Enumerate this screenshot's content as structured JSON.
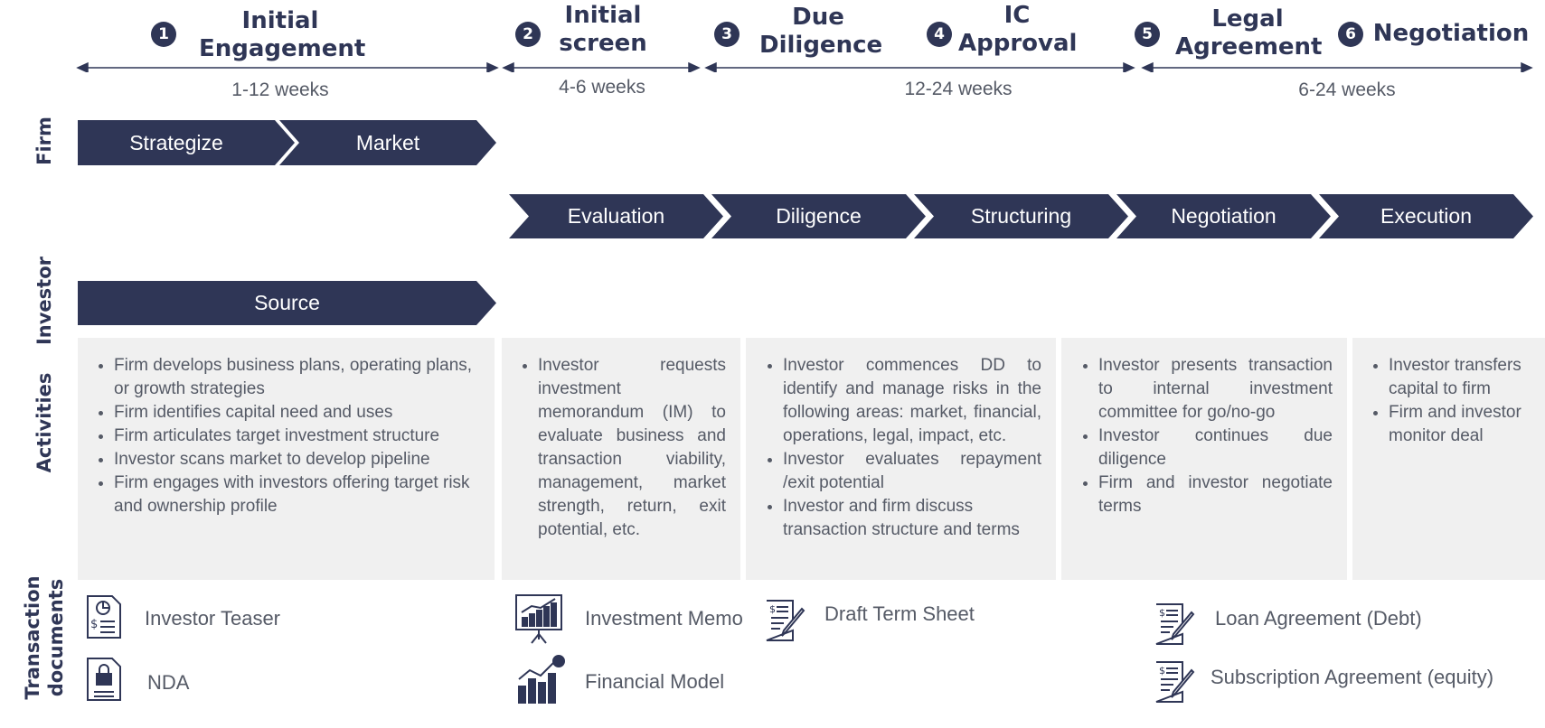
{
  "stages": [
    {
      "num": "1",
      "title": "Initial Engagement"
    },
    {
      "num": "2",
      "title": "Initial screen"
    },
    {
      "num": "3",
      "title": "Due Diligence"
    },
    {
      "num": "4",
      "title": "IC Approval"
    },
    {
      "num": "5",
      "title": "Legal Agreement"
    },
    {
      "num": "6",
      "title": "Negotiation"
    }
  ],
  "durations": [
    "1-12 weeks",
    "4-6 weeks",
    "12-24 weeks",
    "6-24 weeks"
  ],
  "row_labels": {
    "firm": "Firm",
    "investor": "Investor",
    "activities": "Activities",
    "documents": "Transaction documents"
  },
  "firm_steps": [
    "Strategize",
    "Market"
  ],
  "investor_steps": [
    "Evaluation",
    "Diligence",
    "Structuring",
    "Negotiation",
    "Execution"
  ],
  "source_step": "Source",
  "activities": [
    [
      "Firm develops business plans, operating plans, or growth strategies",
      "Firm identifies capital need and uses",
      "Firm articulates target investment structure",
      "Investor scans market to develop pipeline",
      "Firm engages with investors offering target risk and ownership profile"
    ],
    [
      "Investor requests investment memorandum (IM) to evaluate business and transaction viability, management, market strength, return, exit potential, etc."
    ],
    [
      "Investor commences DD to identify and manage risks in the following areas: market, financial, operations, legal, impact, etc.",
      "Investor evaluates repayment /exit potential",
      "Investor and firm discuss transaction structure and terms"
    ],
    [
      "Investor presents transaction to internal investment committee for go/no-go",
      "Investor continues due diligence",
      "Firm and investor negotiate terms"
    ],
    [
      "Investor transfers capital to firm",
      "Firm and investor monitor deal"
    ]
  ],
  "documents": {
    "investor_teaser": "Investor Teaser",
    "nda": "NDA",
    "investment_memo": "Investment Memo",
    "financial_model": "Financial Model",
    "draft_term_sheet": "Draft Term Sheet",
    "loan_agreement": "Loan Agreement (Debt)",
    "subscription_agreement": "Subscription Agreement (equity)"
  },
  "colors": {
    "navy": "#2f3656",
    "panel": "#f0f0f0",
    "text_gray": "#555a66"
  },
  "icons": [
    "pie-chart-document-icon",
    "lock-document-icon",
    "presentation-chart-icon",
    "growth-chart-icon",
    "contract-pen-icon"
  ]
}
